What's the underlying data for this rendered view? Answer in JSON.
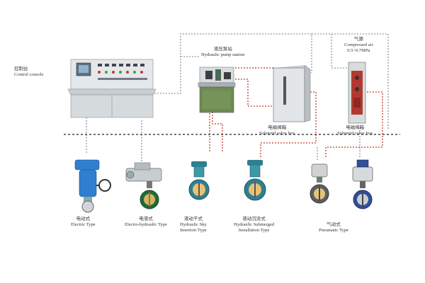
{
  "components": {
    "control_console": {
      "label_cn": "控制台",
      "label_en": "Control console"
    },
    "pump_station": {
      "label_cn": "液压泵站",
      "label_en": "Hydraulic pump station"
    },
    "solenoid_box_1": {
      "label_cn": "电磁阀箱",
      "label_en": "Solenoid valve box"
    },
    "air_source": {
      "label_cn": "气源",
      "label_en": "Compressed air",
      "label_spec": "0.5~0.7MPa"
    },
    "solenoid_box_2": {
      "label_cn": "电磁阀箱",
      "label_en": "Solenoid valve box"
    }
  },
  "actuators": [
    {
      "label_cn": "电动式",
      "label_en": "Electric Type",
      "label_en2": ""
    },
    {
      "label_cn": "电液式",
      "label_en": "Electro-hydraulic Type",
      "label_en2": ""
    },
    {
      "label_cn": "液动干式",
      "label_en": "Hydraulic Sky",
      "label_en2": "Insertion Type"
    },
    {
      "label_cn": "液动沉没式",
      "label_en": "Hydraulic Submerged",
      "label_en2": "Installation Type"
    },
    {
      "label_cn": "气动式",
      "label_en": "Pneumatic Type",
      "label_en2": ""
    }
  ],
  "colors": {
    "signal_line": "#8c9aa6",
    "hydraulic_line": "#c0392b",
    "divider": "#444444",
    "valve_body": "#2f7f92",
    "electric_actuator": "#2f7fd0"
  }
}
